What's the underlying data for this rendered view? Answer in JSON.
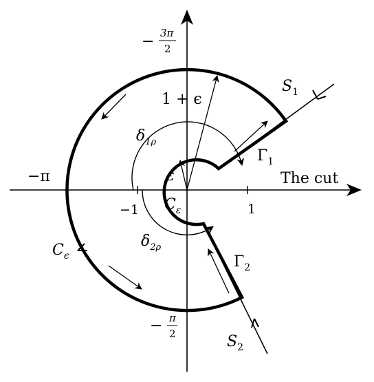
{
  "axis_labels": {
    "top_minus": "−",
    "top_num": "3π",
    "top_den": "2",
    "left": "−π",
    "bottom_minus": "−",
    "bottom_num": "π",
    "bottom_den": "2",
    "tick_neg_one": "−1",
    "tick_one": "1"
  },
  "curve_labels": {
    "one_plus_eps": "1 + ϵ",
    "eps_small": "ε",
    "delta1": "δ",
    "delta1_sub": "1ρ",
    "delta2": "δ",
    "delta2_sub": "2ρ",
    "c_eps_inner": "C",
    "c_eps_inner_sub": "ε",
    "c_eps_outer": "C",
    "c_eps_outer_sub": "ϵ",
    "gamma1": "Γ",
    "gamma1_sub": "1",
    "gamma2": "Γ",
    "gamma2_sub": "2",
    "s1": "S",
    "s1_sub": "1",
    "s2": "S",
    "s2_sub": "2",
    "cut": "The cut"
  },
  "colors": {
    "stroke": "#000000",
    "background": "#ffffff"
  }
}
